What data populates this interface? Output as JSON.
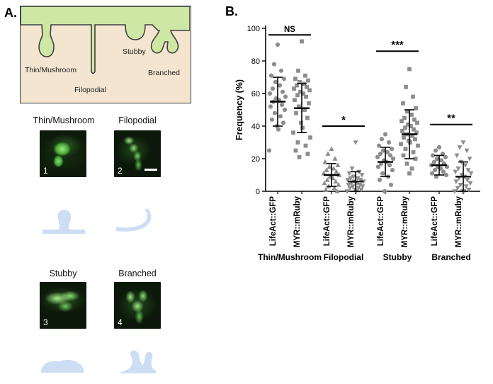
{
  "panel_a": {
    "label": "A.",
    "schematic": {
      "labels": {
        "thin_mushroom": "Thin/Mushroom",
        "filopodial": "Filopodial",
        "stubby": "Stubby",
        "branched": "Branched"
      }
    },
    "micrographs": [
      {
        "title": "Thin/Mushroom",
        "number": "1"
      },
      {
        "title": "Filopodial",
        "number": "2"
      },
      {
        "title": "Stubby",
        "number": "3"
      },
      {
        "title": "Branched",
        "number": "4"
      }
    ]
  },
  "panel_b": {
    "label": "B."
  },
  "colors": {
    "beige_box": "#f3e5d0",
    "membrane_green": "#cfe7a5",
    "silhouette_blue": "#cdddf3",
    "marker_gray": "#8d8d8d"
  },
  "chart_data": {
    "type": "scatter",
    "title": "",
    "ylabel": "Frequency (%)",
    "ylim": [
      0,
      100
    ],
    "yticks": [
      0,
      20,
      40,
      60,
      80,
      100
    ],
    "grid": false,
    "legend": "none",
    "categories": [
      "Thin/Mushroom",
      "Filopodial",
      "Stubby",
      "Branched"
    ],
    "groups": [
      {
        "category": "Thin/Mushroom",
        "name": "LifeAct::GFP",
        "marker": "circle",
        "mean": 55,
        "sd": 15,
        "points": [
          90,
          78,
          74,
          71,
          69,
          67,
          65,
          63,
          61,
          60,
          58,
          57,
          56,
          55,
          53,
          52,
          50,
          48,
          46,
          44,
          42,
          40,
          38,
          25
        ]
      },
      {
        "category": "Thin/Mushroom",
        "name": "MYR::mRuby",
        "marker": "square",
        "mean": 51,
        "sd": 15,
        "points": [
          92,
          74,
          71,
          69,
          68,
          67,
          66,
          65,
          64,
          63,
          62,
          61,
          60,
          59,
          58,
          56,
          54,
          52,
          50,
          48,
          45,
          42,
          39,
          36,
          33,
          30,
          28,
          25,
          23,
          21
        ]
      },
      {
        "category": "Filopodial",
        "name": "LifeAct::GFP",
        "marker": "triangle-up",
        "mean": 10,
        "sd": 7,
        "points": [
          26,
          23,
          20,
          18,
          16,
          15,
          14,
          13,
          12,
          11,
          10,
          9,
          8,
          7,
          6,
          5,
          4,
          3,
          2,
          1,
          0
        ]
      },
      {
        "category": "Filopodial",
        "name": "MYR::mRuby",
        "marker": "triangle-down",
        "mean": 6,
        "sd": 6,
        "points": [
          30,
          14,
          12,
          11,
          10,
          9,
          8,
          8,
          7,
          7,
          6,
          6,
          5,
          5,
          4,
          4,
          3,
          3,
          2,
          2,
          1,
          1,
          0,
          0
        ]
      },
      {
        "category": "Stubby",
        "name": "LifeAct::GFP",
        "marker": "circle",
        "mean": 18,
        "sd": 9,
        "points": [
          35,
          32,
          30,
          28,
          26,
          25,
          24,
          23,
          22,
          21,
          20,
          19,
          18,
          17,
          16,
          15,
          13,
          11,
          9,
          7,
          4,
          0
        ]
      },
      {
        "category": "Stubby",
        "name": "MYR::mRuby",
        "marker": "square",
        "mean": 35,
        "sd": 15,
        "points": [
          75,
          64,
          58,
          54,
          51,
          49,
          47,
          45,
          44,
          43,
          42,
          41,
          40,
          39,
          38,
          37,
          36,
          35,
          34,
          33,
          32,
          31,
          30,
          29,
          28,
          26,
          24,
          22,
          20,
          17,
          14,
          11
        ]
      },
      {
        "category": "Branched",
        "name": "LifeAct::GFP",
        "marker": "circle",
        "mean": 16,
        "sd": 6,
        "points": [
          27,
          25,
          23,
          22,
          21,
          20,
          19,
          18,
          17,
          16,
          15,
          15,
          14,
          13,
          12,
          11,
          10,
          9
        ]
      },
      {
        "category": "Branched",
        "name": "MYR::mRuby",
        "marker": "triangle-down",
        "mean": 9,
        "sd": 9,
        "points": [
          30,
          27,
          25,
          22,
          20,
          18,
          16,
          14,
          13,
          12,
          11,
          10,
          9,
          8,
          7,
          6,
          5,
          4,
          3,
          2,
          1,
          0,
          0,
          0
        ]
      }
    ],
    "significance": [
      {
        "pair": [
          0,
          1
        ],
        "label": "NS",
        "y": 96
      },
      {
        "pair": [
          2,
          3
        ],
        "label": "*",
        "y": 40
      },
      {
        "pair": [
          4,
          5
        ],
        "label": "***",
        "y": 86
      },
      {
        "pair": [
          6,
          7
        ],
        "label": "**",
        "y": 41
      }
    ]
  }
}
